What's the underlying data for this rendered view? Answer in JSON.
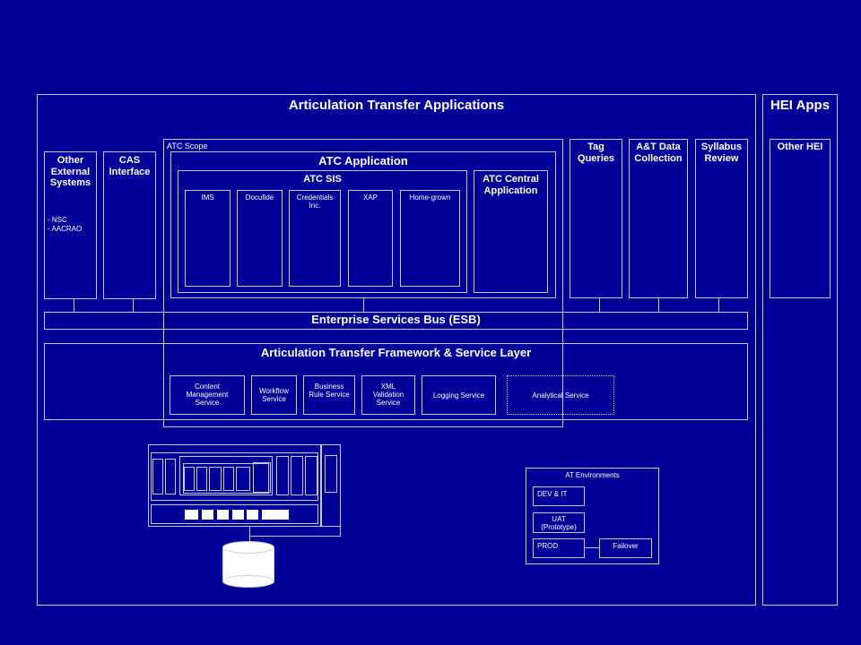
{
  "ata": {
    "title": "Articulation Transfer Applications"
  },
  "hei": {
    "title": "HEI Apps",
    "other_hei": "Other HEI"
  },
  "other_external": {
    "title": "Other External Systems",
    "item1": "- NSC",
    "item2": "- AACRAO"
  },
  "cas": {
    "title": "CAS Interface"
  },
  "atc_scope": {
    "label": "ATC Scope"
  },
  "atc_app": {
    "title": "ATC Application"
  },
  "atc_sis": {
    "title": "ATC SIS",
    "vendors": [
      "IMS",
      "Docufide",
      "Credentials Inc.",
      "XAP",
      "Home-grown"
    ]
  },
  "atc_central": {
    "title": "ATC Central Application"
  },
  "right_apps": [
    "Tag Queries",
    "A&T Data Collection",
    "Syllabus Review"
  ],
  "esb": {
    "title": "Enterprise Services Bus (ESB)"
  },
  "framework": {
    "title": "Articulation Transfer Framework & Service Layer",
    "services": [
      "Content Management Service",
      "Workflow Service",
      "Business Rule Service",
      "XML Validation Service",
      "Logging Service",
      "Analytical Service"
    ]
  },
  "environments": {
    "title": "AT Environments",
    "dev": "DEV & IT",
    "uat": "UAT (Prototype)",
    "prod": "PROD",
    "failover": "Failover"
  }
}
